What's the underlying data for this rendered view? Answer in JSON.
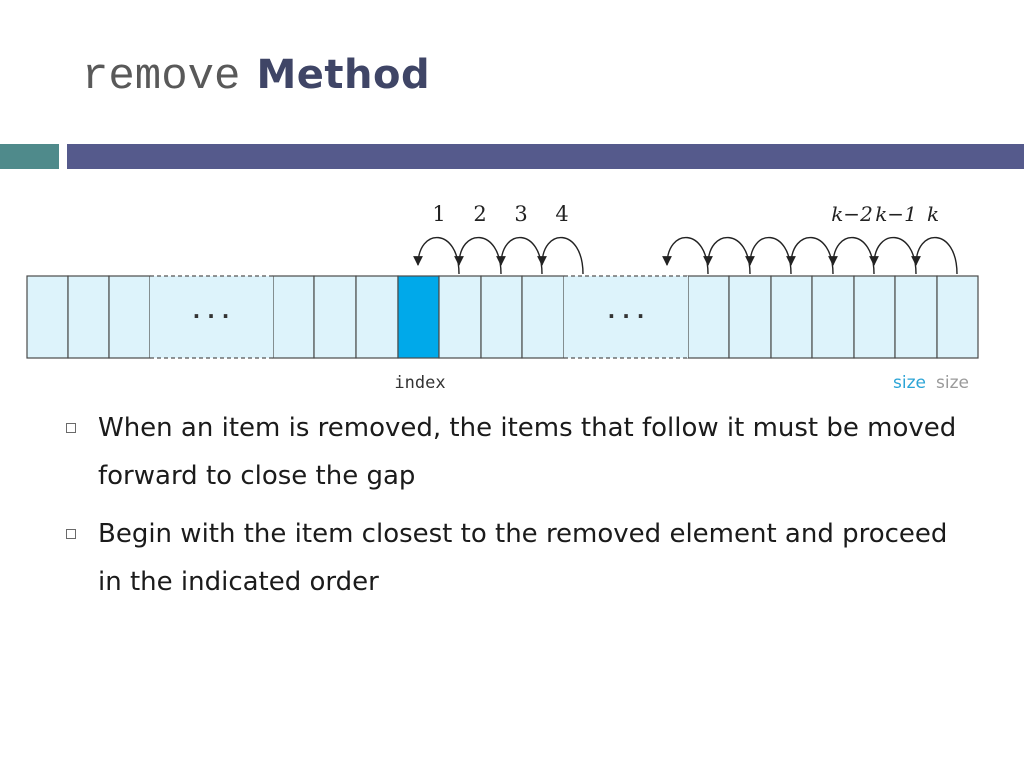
{
  "slide": {
    "title_code": "remove",
    "title_word": "Method"
  },
  "diagram": {
    "shift_labels_left": [
      "1",
      "2",
      "3",
      "4"
    ],
    "shift_labels_right": [
      "k−2",
      "k−1",
      "k"
    ],
    "ellipsis": "· · ·",
    "index_label": "index",
    "size_label_1": "size",
    "size_label_2": "size",
    "colors": {
      "cell_fill": "#ddf3fb",
      "removed_cell_fill": "#00a9ea",
      "arrow": "#222222",
      "size_label": "#2ba4d6"
    }
  },
  "bullets": [
    "When an item is removed, the items that follow it must be moved forward to close the gap",
    "Begin with the item closest to the removed element and proceed in the indicated order"
  ]
}
